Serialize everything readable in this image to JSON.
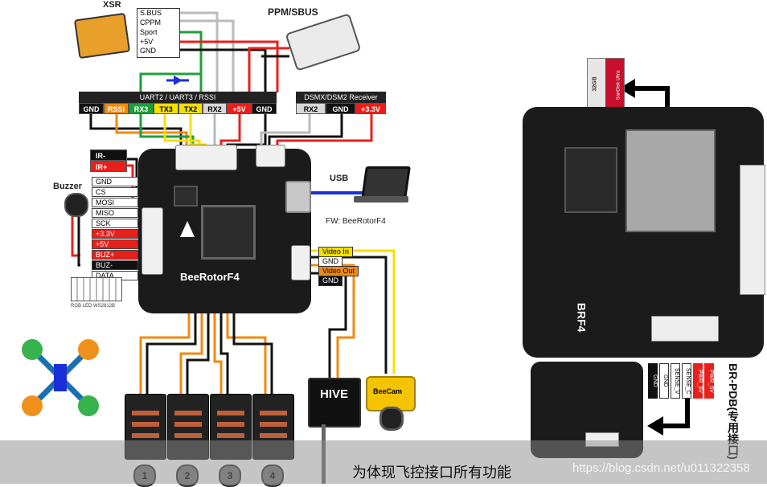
{
  "receivers": {
    "xsr": "XSR",
    "ppm_sbus": "PPM/SBUS",
    "pins": [
      "S.BUS",
      "CPPM",
      "Sport",
      "+5V",
      "GND"
    ]
  },
  "uart_header": {
    "title": "UART2 / UART3 / RSSI",
    "pins": [
      "GND",
      "RSSI",
      "RX3",
      "TX3",
      "TX2",
      "RX2",
      "+5V",
      "GND"
    ]
  },
  "dsmx_header": {
    "title": "DSMX/DSM2 Receiver",
    "pins": [
      "RX2",
      "GND",
      "+3.3V"
    ]
  },
  "ir_labels": [
    "IR-",
    "IR+"
  ],
  "buzzer": "Buzzer",
  "left_pins": [
    "GND",
    "CS",
    "MOSI",
    "MISO",
    "SCK",
    "+3.3V",
    "+5V",
    "BUZ+",
    "BUZ-",
    "DATA"
  ],
  "led_label": "RGB LED WS2812B",
  "board_name": "BeeRotorF4",
  "usb": "USB",
  "fw_label": "FW: BeeRotorF4",
  "video_pins": [
    "Video In",
    "GND",
    "Video Out",
    "GND"
  ],
  "vtx": "HIVE",
  "camera": "BeeCam",
  "esc_numbers": [
    "1",
    "2",
    "3",
    "4"
  ],
  "rc_board": {
    "name": "BRF4",
    "sd_brand": "SanDisk Ultra",
    "sd_size": "32GB"
  },
  "pdb": {
    "label": "BR-PDB(专用接口)",
    "pins": [
      "GND",
      "GND",
      "SENSE_V",
      "SENSE_C",
      "PWR_5V",
      "PWR_5V"
    ]
  },
  "caption": "为体现飞控接口所有功能",
  "watermark": "https://blog.csdn.net/u011322358",
  "colors": {
    "red": "#e8201c",
    "black": "#111111",
    "orange": "#f08a10",
    "green": "#1f9e3a",
    "yellow": "#f4e000",
    "gray": "#9a9a9a",
    "blue": "#1a2fd8"
  }
}
